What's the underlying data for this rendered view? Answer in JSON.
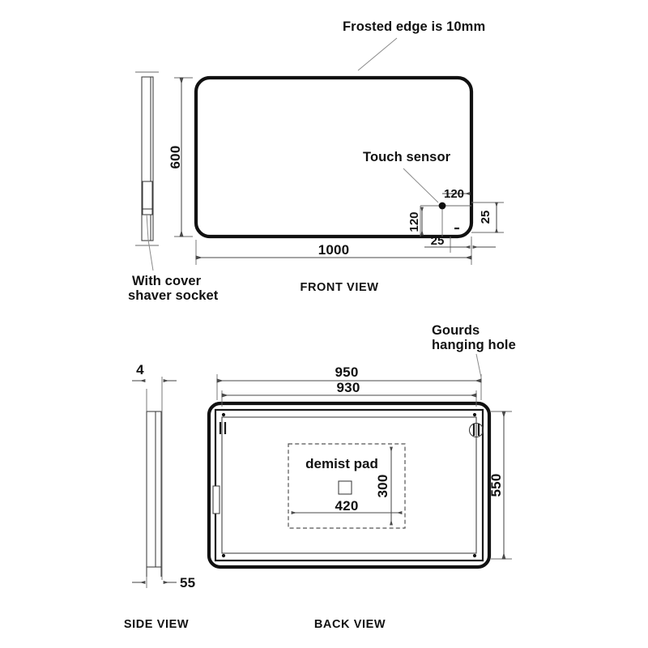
{
  "drawing": {
    "title": "LED Mirror Technical Drawing",
    "units": "mm",
    "views": {
      "front": {
        "label": "FRONT VIEW",
        "width": "1000",
        "height": "600",
        "corner_note": "25",
        "edge_note": "25",
        "sensor_offset_x": "120",
        "sensor_offset_y": "120"
      },
      "side_top": {
        "note_line1": "With cover",
        "note_line2": "shaver socket"
      },
      "side_bottom": {
        "label": "SIDE VIEW",
        "glass_thickness": "4",
        "total_depth": "55"
      },
      "back": {
        "label": "BACK VIEW",
        "outer_width": "950",
        "inner_width": "930",
        "height": "550",
        "hanging_note_line1": "Gourds",
        "hanging_note_line2": "hanging hole",
        "demist": {
          "label": "demist pad",
          "width": "420",
          "height": "300"
        }
      }
    },
    "annotations": {
      "frosted_edge": "Frosted edge is 10mm",
      "touch_sensor": "Touch sensor"
    },
    "colors": {
      "line": "#111111",
      "dimension": "#4a4a4a",
      "leader": "#8a8a8a",
      "background": "#ffffff"
    }
  }
}
